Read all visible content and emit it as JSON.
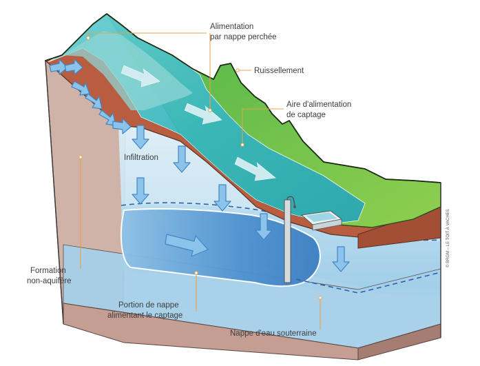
{
  "labels": {
    "alimentation_line1": "Alimentation",
    "alimentation_line2": "par nappe perchée",
    "ruissellement": "Ruissellement",
    "aire_line1": "Aire d'alimentation",
    "aire_line2": "de captage",
    "infiltration": "Infiltration",
    "formation_line1": "Formation",
    "formation_line2": "non-aquifère",
    "portion_line1": "Portion de nappe",
    "portion_line2": "alimentant le captage",
    "nappe": "Nappe d'eau souterraine"
  },
  "credit": "© BRGM – LE TOIT À VACHES",
  "colors": {
    "grass": "#7cc24a",
    "water_surface": "#3fbcc0",
    "soil_red": "#b85a3f",
    "aquifer_blue": "#a9d3ea",
    "groundwater_blue": "#5b9fd6",
    "bedrock": "#c9a497",
    "leader_orange": "#e8a14a"
  }
}
